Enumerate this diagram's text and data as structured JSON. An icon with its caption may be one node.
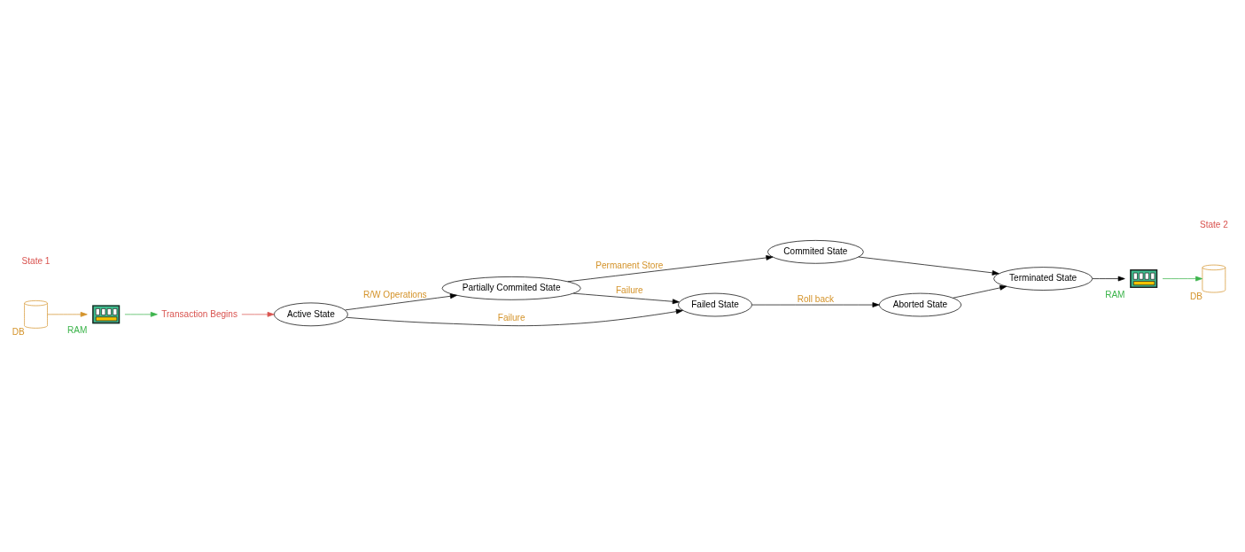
{
  "diagram": {
    "nodes": [
      {
        "text": [
          "Active State"
        ]
      },
      {
        "text": [
          "Partially Commited State"
        ]
      },
      {
        "text": [
          "Commited State"
        ]
      },
      {
        "text": [
          "Failed State"
        ]
      },
      {
        "text": [
          "Aborted State"
        ]
      },
      {
        "text": [
          "Terminated State"
        ]
      },
      {
        "text": [],
        "shape": "picture",
        "beside": [
          "RAM"
        ]
      },
      {
        "text": [],
        "shape": "cylinder",
        "beside": [
          "DB"
        ]
      },
      {
        "text": [],
        "shape": "picture",
        "beside": [
          "RAM"
        ]
      },
      {
        "text": [],
        "shape": "cylinder",
        "beside": [
          "DB"
        ]
      },
      {
        "text": [
          "Transaction Begins"
        ]
      }
    ],
    "edges": [
      {
        "from": 7,
        "to": 6,
        "arrow": "to",
        "color": "#d4932a"
      },
      {
        "from": 6,
        "to": 10,
        "arrow": "to",
        "color": "#3cb44b"
      },
      {
        "from": 10,
        "to": 0,
        "arrow": "to",
        "color": "#d9534f"
      },
      {
        "from": 0,
        "to": 1,
        "arrow": "to",
        "label": "R/W Operations"
      },
      {
        "from": 0,
        "to": 3,
        "arrow": "to",
        "label": "Failure"
      },
      {
        "from": 1,
        "to": 2,
        "arrow": "to",
        "label": "Permanent Store"
      },
      {
        "from": 1,
        "to": 3,
        "arrow": "to",
        "label": "Failure"
      },
      {
        "from": 3,
        "to": 4,
        "arrow": "to",
        "label": "Roll back"
      },
      {
        "from": 2,
        "to": 5,
        "arrow": "to"
      },
      {
        "from": 4,
        "to": 5,
        "arrow": "to"
      },
      {
        "from": 5,
        "to": 8,
        "arrow": "to"
      },
      {
        "from": 8,
        "to": 9,
        "arrow": "to",
        "color": "#3cb44b"
      }
    ],
    "labels": [
      "State 2",
      "State 1"
    ]
  }
}
